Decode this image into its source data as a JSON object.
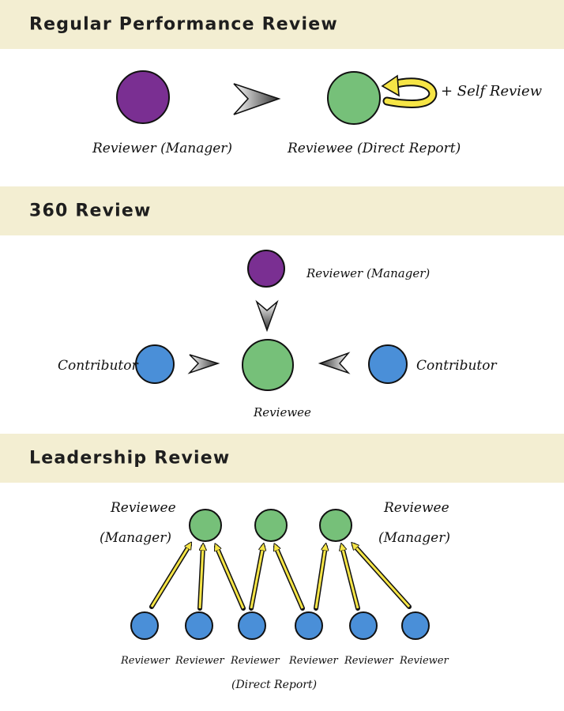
{
  "sections": {
    "regular": {
      "title": "Regular Performance Review",
      "reviewer_label": "Reviewer (Manager)",
      "reviewee_label": "Reviewee (Direct Report)",
      "self_review_label": "+ Self Review"
    },
    "review360": {
      "title": "360 Review",
      "manager_label": "Reviewer (Manager)",
      "contributor_left_label": "Contributor",
      "contributor_right_label": "Contributor",
      "reviewee_label": "Reviewee"
    },
    "leadership": {
      "title": "Leadership Review",
      "reviewee_left_label": "Reviewee",
      "manager_left_label": "(Manager)",
      "reviewee_right_label": "Reviewee",
      "manager_right_label": "(Manager)",
      "reviewer_labels": [
        "Reviewer",
        "Reviewer",
        "Reviewer",
        "Reviewer",
        "Reviewer",
        "Reviewer"
      ],
      "direct_report_label": "(Direct Report)"
    }
  },
  "colors": {
    "band": "#f3eed2",
    "reviewer_purple": "#7a2f92",
    "reviewee_green": "#76c079",
    "contributor_blue": "#4a8fd8",
    "arrow_yellow": "#f6e546"
  }
}
